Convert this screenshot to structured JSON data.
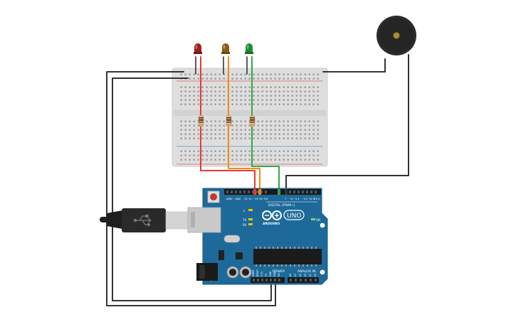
{
  "arduino": {
    "board_name": "UNO",
    "brand": "ARDUINO",
    "digital_header": "DIGITAL (PWM~)",
    "power_header": "POWER",
    "analog_header": "ANALOG IN",
    "label_on": "ON",
    "label_l": "L",
    "label_tx": "TX",
    "label_rx": "RX",
    "label_aref": "AREF",
    "label_gnd": "GND",
    "pin_13": "13",
    "pin_12": "12",
    "pin_11": "~11",
    "pin_10": "~10",
    "pin_9": "~9",
    "pin_8": "8",
    "pin_7": "7",
    "pin_6": "~6",
    "pin_5": "~5",
    "pin_4": "4",
    "pin_3": "~3",
    "pin_2": "2",
    "pin_1": "TX 1",
    "pin_0": "RX 0",
    "power_pins": [
      "IOREF",
      "RESET",
      "3.3V",
      "5V",
      "GND",
      "GND",
      "Vin"
    ],
    "analog_pins": [
      "A0",
      "A1",
      "A2",
      "A3",
      "A4",
      "A5"
    ]
  },
  "components": {
    "led_colors": [
      "#9c1f1f",
      "#8a5a12",
      "#1f8f2e"
    ],
    "wire_colors": {
      "red": "#e53935",
      "orange": "#f08c00",
      "green": "#2ea84a",
      "black": "#333333"
    }
  }
}
